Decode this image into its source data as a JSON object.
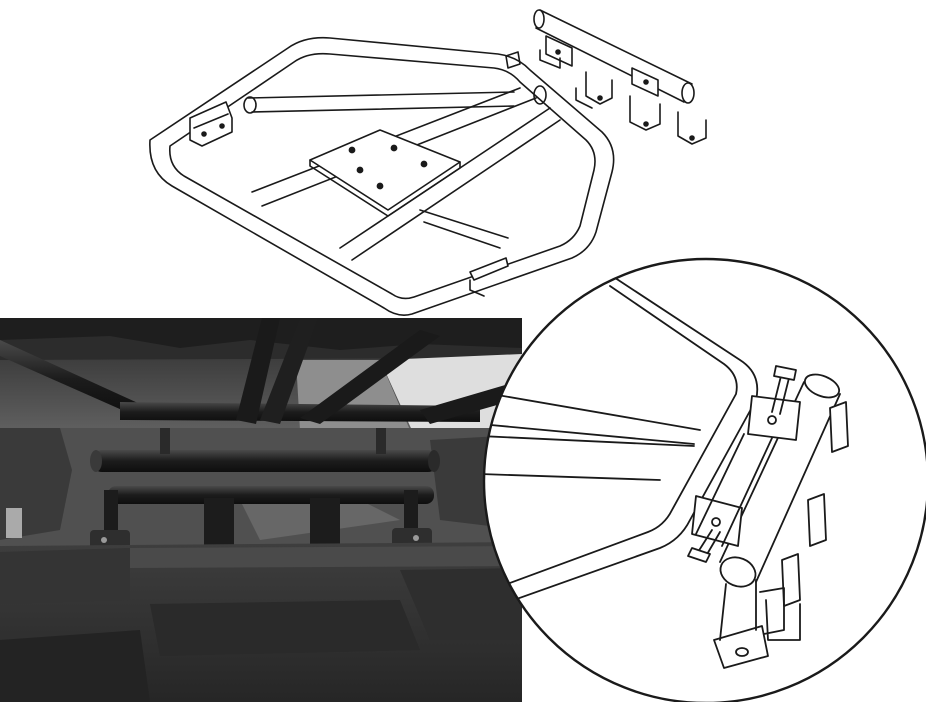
{
  "figure": {
    "panels": [
      {
        "id": "rack-drawing",
        "kind": "line-drawing"
      },
      {
        "id": "installed-photo",
        "kind": "photo"
      },
      {
        "id": "mount-detail",
        "kind": "circular-detail-callout"
      }
    ]
  },
  "colors": {
    "background": "#ffffff",
    "line": "#1a1a1a",
    "photo_dark": "#1c1c1c",
    "photo_mid": "#5a5a5a",
    "photo_light": "#a9a9a9",
    "photo_sky": "#e6e6e6"
  }
}
